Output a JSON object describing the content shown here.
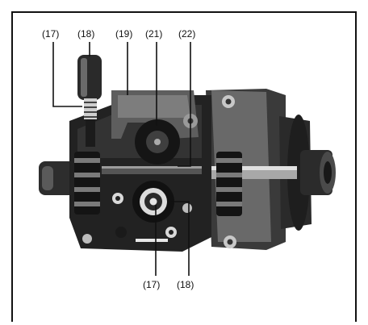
{
  "figure": {
    "callouts_top": [
      "(17)",
      "(18)",
      "(19)",
      "(21)",
      "(22)"
    ],
    "callouts_bottom": [
      "(17)",
      "(18)"
    ]
  }
}
